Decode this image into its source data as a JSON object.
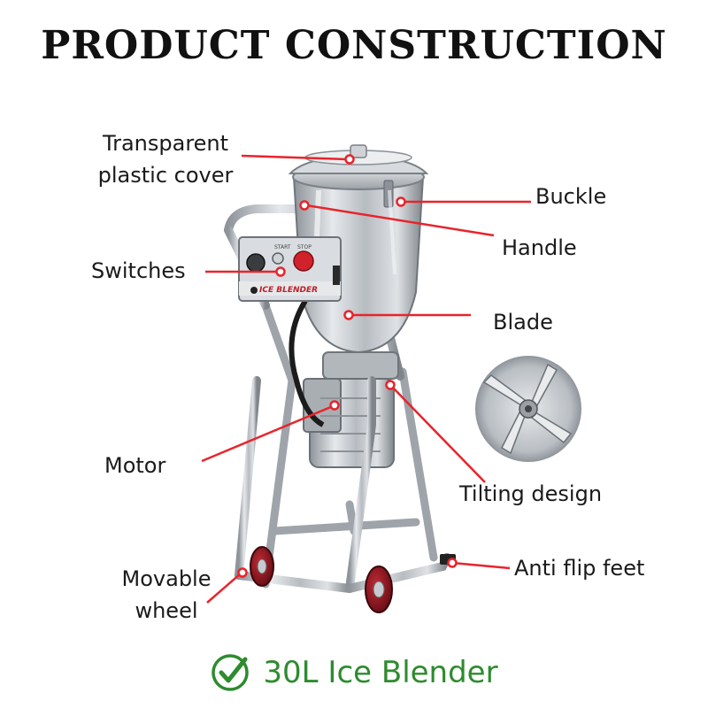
{
  "title": "PRODUCT CONSTRUCTION",
  "callouts": {
    "cover": [
      "Transparent",
      "plastic cover"
    ],
    "buckle": "Buckle",
    "handle": "Handle",
    "switches": "Switches",
    "blade": "Blade",
    "motor": "Motor",
    "tilting": "Tilting design",
    "feet": "Anti flip feet",
    "wheel": [
      "Movable",
      "wheel"
    ]
  },
  "panel": {
    "brand": "ICE BLENDER",
    "start": "START",
    "stop": "STOP"
  },
  "footer": {
    "icon": "check-circle-icon",
    "text": "30L Ice Blender"
  },
  "colors": {
    "callout_line": "#e8242c",
    "footer_green": "#2e8b2e",
    "steel": "#c4c8cc"
  }
}
